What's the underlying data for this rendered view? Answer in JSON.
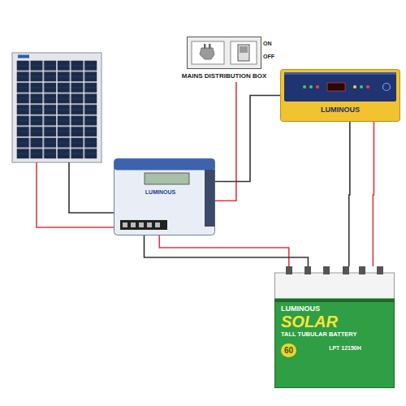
{
  "diagram": {
    "nodes": [
      {
        "text": [
          "MAINS DISTRIBUTION BOX"
        ]
      },
      {
        "text": [
          "LUMINOUS"
        ]
      },
      {
        "text": [
          "LUMINOUS"
        ]
      },
      {
        "text": [
          "LUMINOUS",
          "SOLAR",
          "TALL TUBULAR BATTERY",
          "60",
          "LPT 12150H"
        ]
      }
    ],
    "edges": [
      {
        "from": 0,
        "to": 2,
        "arrow": "none"
      },
      {
        "from": 2,
        "to": 1,
        "arrow": "none"
      },
      {
        "from": 2,
        "to": 3,
        "arrow": "none"
      },
      {
        "from": 2,
        "to": 3,
        "arrow": "none"
      },
      {
        "from": 1,
        "to": 3,
        "arrow": "none"
      },
      {
        "from": 1,
        "to": 3,
        "arrow": "none"
      }
    ],
    "labels": [
      "ON",
      "OFF"
    ]
  }
}
